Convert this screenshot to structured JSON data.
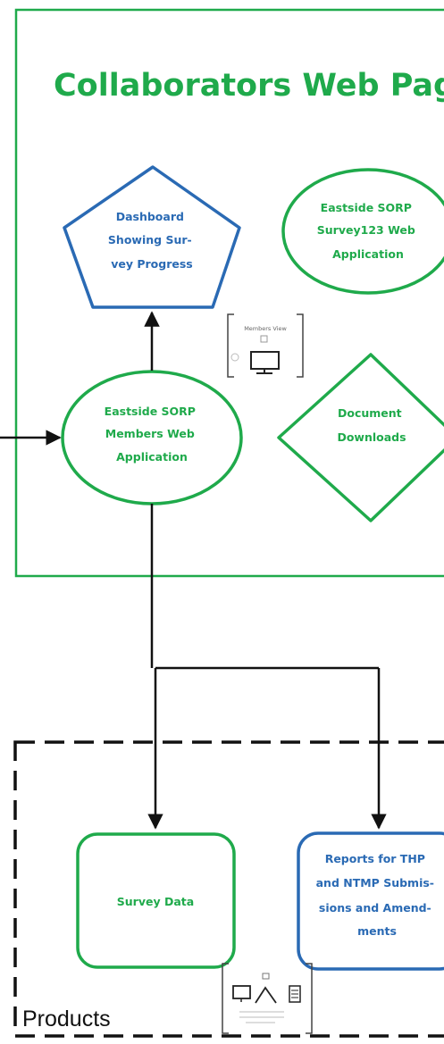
{
  "title": "Collaborators Web Pag",
  "nodes": {
    "dashboard": [
      "Dashboard",
      "Showing Sur-",
      "vey Progress"
    ],
    "survey123": [
      "Eastside SORP",
      "Survey123  Web",
      "Application"
    ],
    "members_app": [
      "Eastside SORP",
      "Members Web",
      "Application"
    ],
    "documents": [
      "Document",
      "Downloads"
    ],
    "survey_data": [
      "Survey Data"
    ],
    "reports": [
      "Reports for THP",
      "and NTMP Submis-",
      "sions and Amend-",
      "ments"
    ]
  },
  "members_view_caption": "Members View",
  "products_label": "Products",
  "colors": {
    "green": "#1faa4b",
    "blue": "#2a6ab4",
    "black": "#111111",
    "gray": "#555555"
  },
  "icons": [
    "members-view-thumbnail-icon",
    "products-thumbnail-icon"
  ]
}
